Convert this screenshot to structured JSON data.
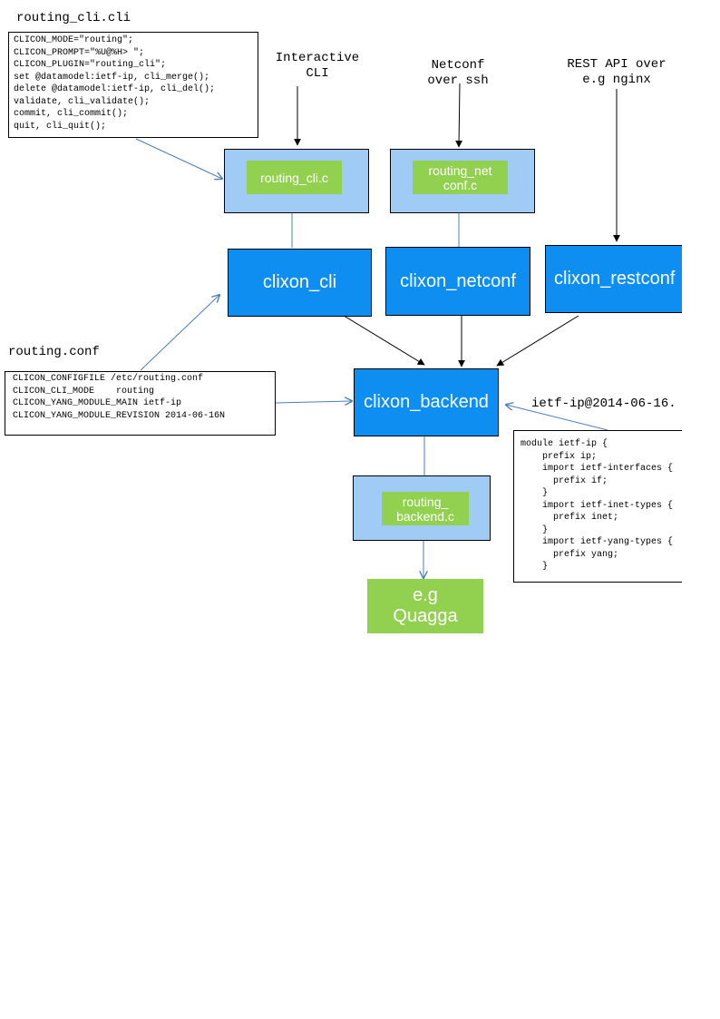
{
  "labels": {
    "routing_cli_cli": "routing_cli.cli",
    "interactive_cli": "Interactive\nCLI",
    "netconf_ssh": "Netconf\nover ssh",
    "rest_api": "REST API over\ne.g nginx",
    "routing_conf": "routing.conf",
    "ietf_ip_file": "ietf-ip@2014-06-16."
  },
  "cli_spec": {
    "lines": [
      "CLICON_MODE=\"routing\";",
      "CLICON_PROMPT=\"%U@%H> \";",
      "CLICON_PLUGIN=\"routing_cli\";",
      "set @datamodel:ietf-ip, cli_merge();",
      "delete @datamodel:ietf-ip, cli_del();",
      "validate, cli_validate();",
      "commit, cli_commit();",
      "quit, cli_quit();"
    ]
  },
  "conf": {
    "lines": [
      "CLICON_CONFIGFILE /etc/routing.conf",
      "CLICON_CLI_MODE    routing",
      "CLICON_YANG_MODULE_MAIN ietf-ip",
      "CLICON_YANG_MODULE_REVISION 2014-06-16N"
    ]
  },
  "yang": {
    "lines": [
      "module ietf-ip {",
      "    prefix ip;",
      "    import ietf-interfaces {",
      "      prefix if;",
      "    }",
      "    import ietf-inet-types {",
      "      prefix inet;",
      "    }",
      "    import ietf-yang-types {",
      "      prefix yang;",
      "    }"
    ]
  },
  "plugins": {
    "routing_cli_c": "routing_cli.c",
    "routing_netconf_c": "routing_net\nconf.c",
    "routing_backend_c": "routing_\nbackend.c",
    "quagga": "e.g\nQuagga"
  },
  "components": {
    "cli": "clixon_cli",
    "netconf": "clixon_netconf",
    "restconf": "clixon_restconf",
    "backend": "clixon_backend"
  },
  "colors": {
    "component_blue": "#0d8ef0",
    "plugin_container": "#9fcbf5",
    "plugin_green": "#92d050",
    "arrow_blue": "#4a7ebb",
    "arrow_black": "#000000"
  }
}
